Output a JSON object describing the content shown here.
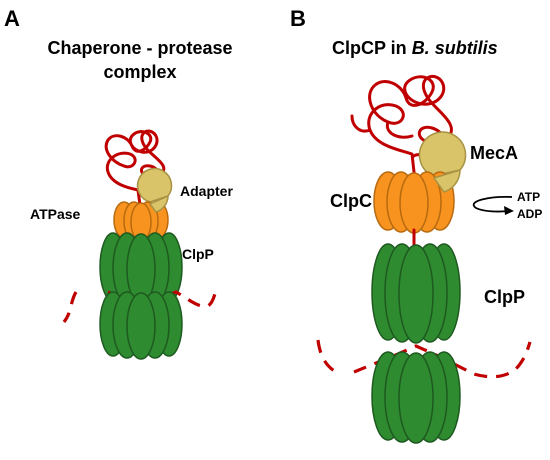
{
  "panel_a": {
    "letter": "A",
    "title_line1": "Chaperone - protease",
    "title_line2": "complex",
    "labels": {
      "atpase": "ATPase",
      "adapter": "Adapter",
      "clpp": "ClpP"
    }
  },
  "panel_b": {
    "letter": "B",
    "title_prefix": "ClpCP in ",
    "title_italic": "B. subtilis",
    "labels": {
      "meca": "MecA",
      "clpc": "ClpC",
      "atp": "ATP",
      "adp": "ADP",
      "clpp": "ClpP"
    }
  },
  "colors": {
    "substrate": "#c00000",
    "atpase": "#f7931e",
    "atpase_stroke": "#b86a10",
    "adapter": "#d9c46a",
    "adapter_stroke": "#a89243",
    "clpp": "#2e8b30",
    "clpp_stroke": "#1e5a20"
  }
}
